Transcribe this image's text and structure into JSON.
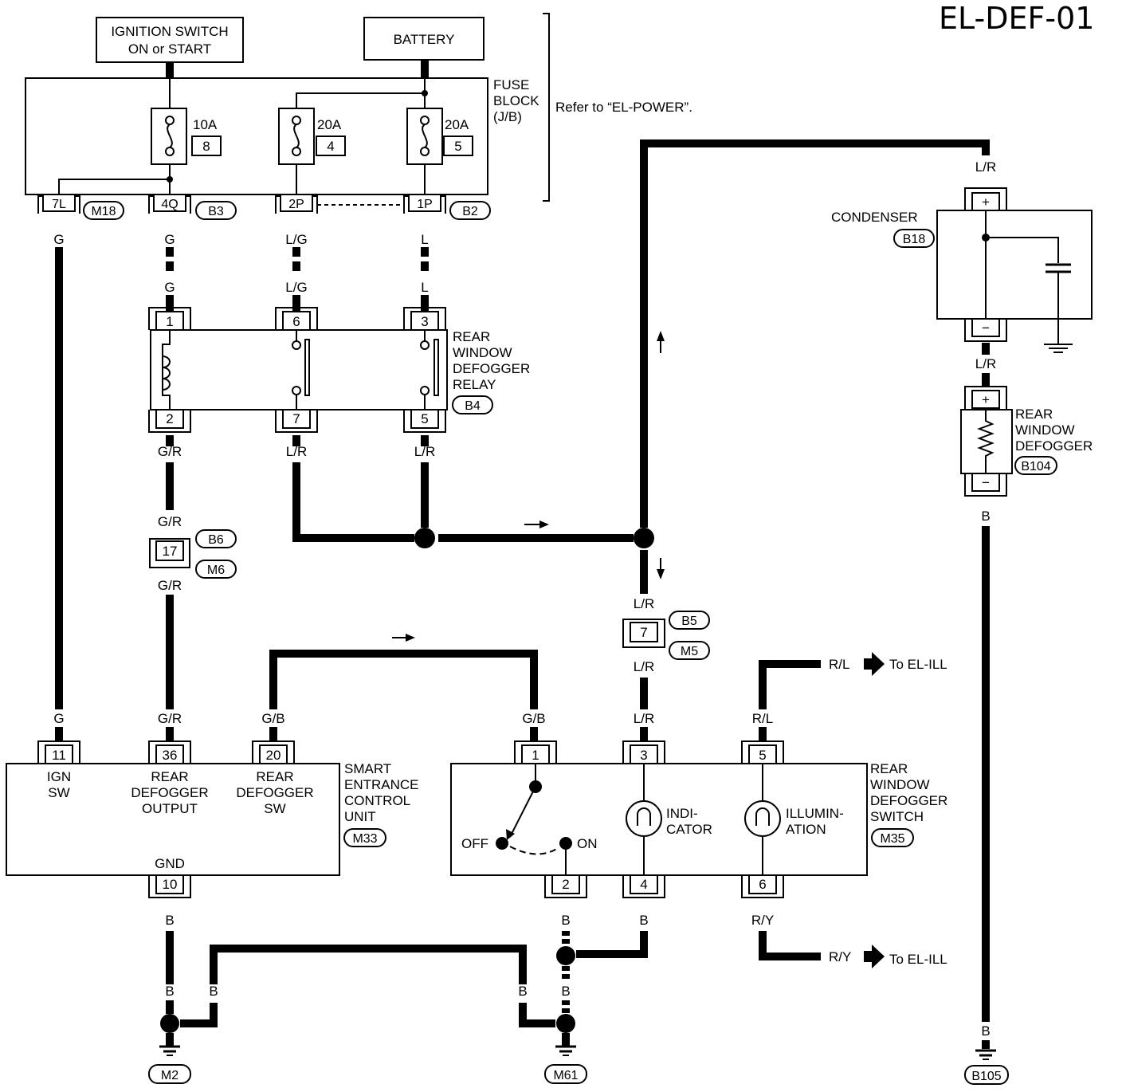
{
  "diagram_id": "EL-DEF-01",
  "power": {
    "ignition_line1": "IGNITION SWITCH",
    "ignition_line2": "ON or START",
    "battery": "BATTERY"
  },
  "fuse_block": {
    "label_lines": [
      "FUSE",
      "BLOCK",
      "(J/B)"
    ],
    "refer": "Refer to “EL-POWER”.",
    "fuses": [
      {
        "amp": "10A",
        "num": "8"
      },
      {
        "amp": "20A",
        "num": "4"
      },
      {
        "amp": "20A",
        "num": "5"
      }
    ],
    "terminals": [
      "7L",
      "4Q",
      "2P",
      "1P"
    ],
    "connectors": [
      "M18",
      "B3",
      "B2"
    ]
  },
  "wire_colors": {
    "g": "G",
    "lg": "L/G",
    "l": "L",
    "gr": "G/R",
    "lr": "L/R",
    "gb": "G/B",
    "rl": "R/L",
    "ry": "R/Y",
    "b": "B"
  },
  "relay": {
    "name_lines": [
      "REAR",
      "WINDOW",
      "DEFOGGER",
      "RELAY"
    ],
    "connector": "B4",
    "top_pins": [
      "1",
      "6",
      "3"
    ],
    "bottom_pins": [
      "2",
      "7",
      "5"
    ]
  },
  "joint": {
    "pin": "17",
    "connectors": [
      "B6",
      "M6"
    ]
  },
  "joint2": {
    "pin": "7",
    "connectors": [
      "B5",
      "M5"
    ]
  },
  "condenser": {
    "name": "CONDENSER",
    "connector": "B18",
    "plus": "+",
    "minus": "−"
  },
  "defogger": {
    "name_lines": [
      "REAR",
      "WINDOW",
      "DEFOGGER"
    ],
    "connector": "B104",
    "plus": "+",
    "minus": "−"
  },
  "secu": {
    "name_lines": [
      "SMART",
      "ENTRANCE",
      "CONTROL",
      "UNIT"
    ],
    "connector": "M33",
    "pins": [
      "11",
      "36",
      "20",
      "10"
    ],
    "ign_lines": [
      "IGN",
      "SW"
    ],
    "output_lines": [
      "REAR",
      "DEFOGGER",
      "OUTPUT"
    ],
    "sw_lines": [
      "REAR",
      "DEFOGGER",
      "SW"
    ],
    "gnd": "GND"
  },
  "switch": {
    "name_lines": [
      "REAR",
      "WINDOW",
      "DEFOGGER",
      "SWITCH"
    ],
    "connector": "M35",
    "top_pins": [
      "1",
      "3",
      "5"
    ],
    "bottom_pins": [
      "2",
      "4",
      "6"
    ],
    "off": "OFF",
    "on": "ON",
    "indicator_lines": [
      "INDI-",
      "CATOR"
    ],
    "illumination_lines": [
      "ILLUMIN-",
      "ATION"
    ]
  },
  "to_ill": "To EL-ILL",
  "grounds": [
    "M2",
    "M61",
    "B105"
  ]
}
